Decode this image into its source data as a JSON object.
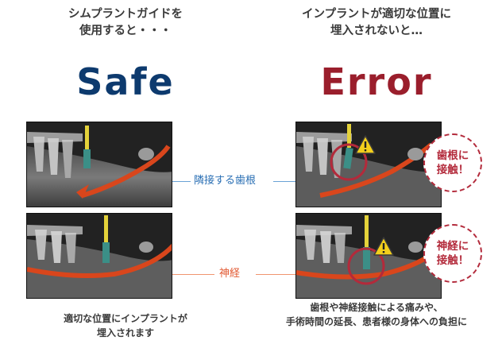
{
  "left": {
    "heading_line1": "シムプラントガイドを",
    "heading_line2": "使用すると・・・",
    "status": "Safe",
    "status_color": "#0d3a6e",
    "caption_line1": "適切な位置にインプラントが",
    "caption_line2": "埋入されます"
  },
  "right": {
    "heading_line1": "インプラントが適切な位置に",
    "heading_line2": "埋入されないと…",
    "status": "Error",
    "status_color": "#9a1e2c",
    "caption_line1": "歯根や神経接触による痛みや、",
    "caption_line2": "手術時間の延長、患者様の身体への負担に",
    "bubble_root_line1": "歯根に",
    "bubble_root_line2": "接触！",
    "bubble_nerve_line1": "神経に",
    "bubble_nerve_line2": "接触！",
    "warning_icon": "warning-triangle-icon"
  },
  "labels": {
    "adjacent_root": "隣接する歯根",
    "nerve": "神経"
  },
  "colors": {
    "nerve_path": "#d9461c",
    "root_line": "#6aa2d6",
    "error_ring": "#b32a3b"
  }
}
